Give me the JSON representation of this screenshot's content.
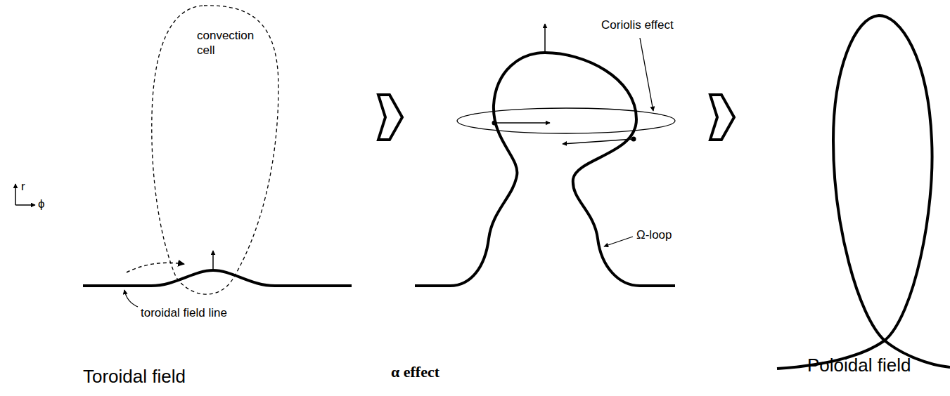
{
  "diagram": {
    "nodes": [
      {
        "text": [
          "convection cell"
        ]
      }
    ],
    "labels": [
      "r",
      "ϕ",
      "toroidal field line",
      "Coriolis effect",
      "Ω-loop",
      "Toroidal field",
      "α effect",
      "Poloidal field"
    ]
  }
}
